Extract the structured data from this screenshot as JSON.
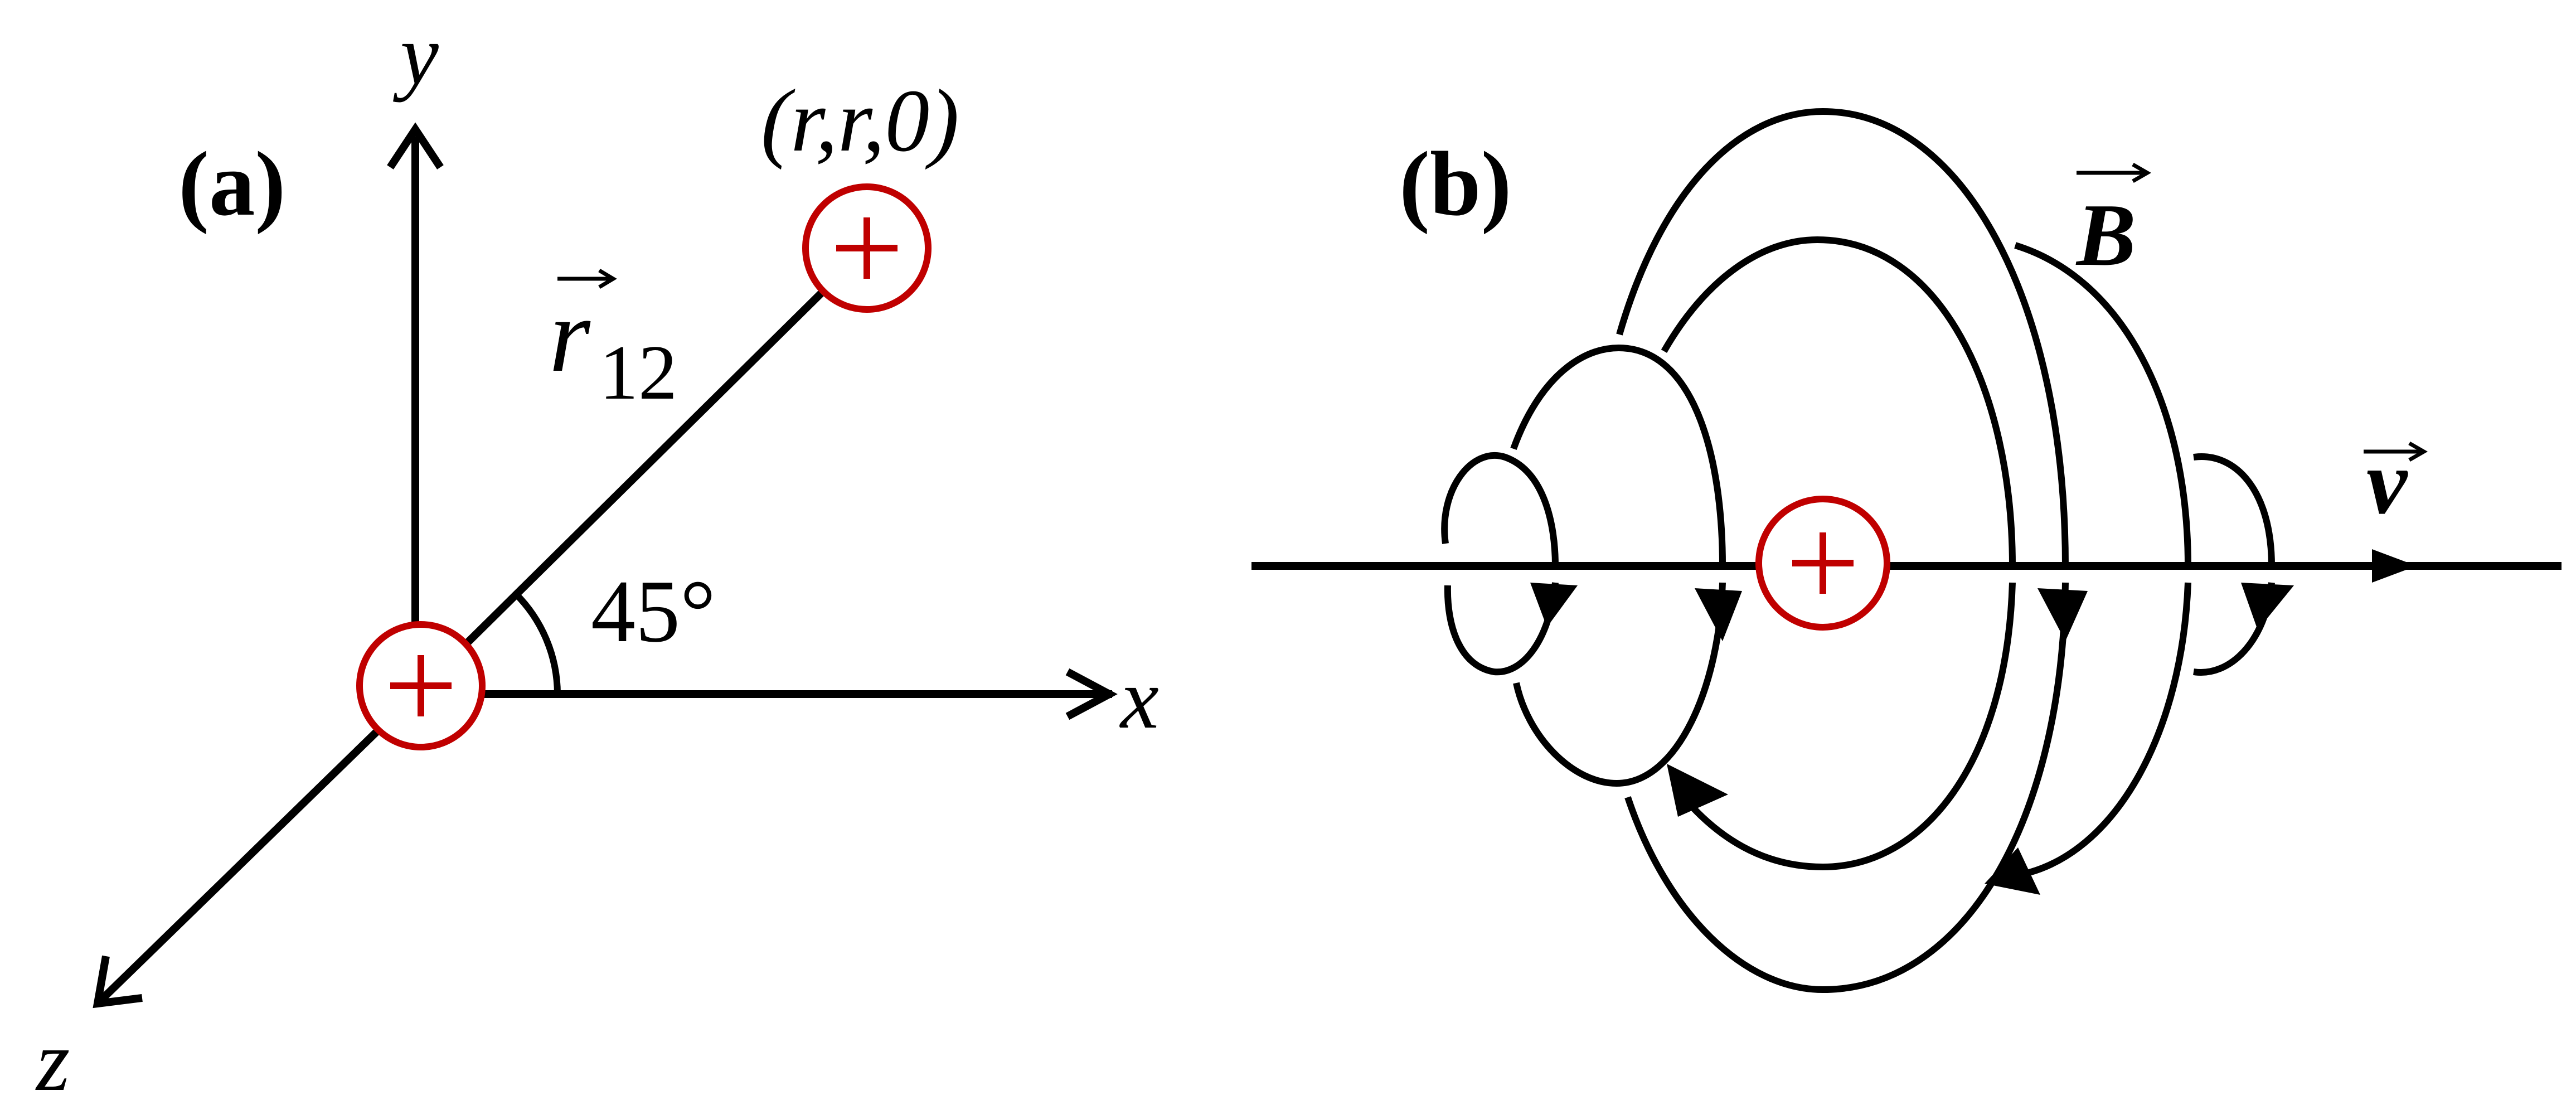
{
  "colors": {
    "stroke": "#000000",
    "charge": "#c00000"
  },
  "panel_a": {
    "label": "(a)",
    "axis_x": "x",
    "axis_y": "y",
    "axis_z": "z",
    "point_label": "(r,r,0)",
    "vector_label": "r",
    "vector_subscript": "12",
    "angle_label": "45°",
    "charge_symbol": "+"
  },
  "panel_b": {
    "label": "(b)",
    "field_label": "B",
    "velocity_label": "v",
    "charge_symbol": "+"
  }
}
